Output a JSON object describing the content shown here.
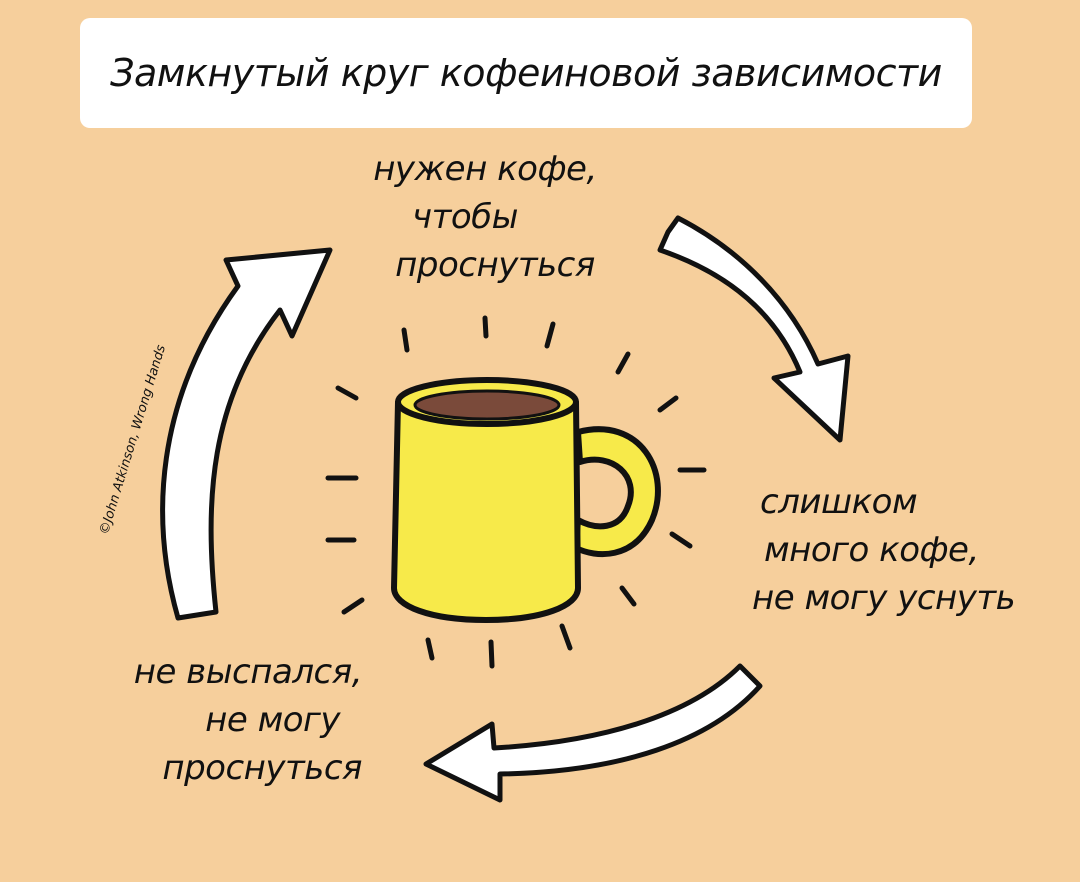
{
  "title": "Замкнутый круг кофеиновой зависимости",
  "steps": {
    "top": [
      "нужен кофе,",
      "чтобы",
      "проснуться"
    ],
    "right": [
      "слишком",
      "много кофе,",
      "не могу уснуть"
    ],
    "left": [
      "не выспался,",
      "не могу",
      "проснуться"
    ]
  },
  "credit": "©John Atkinson, Wrong Hands",
  "colors": {
    "background": "#f6cf9c",
    "mug": "#f7ea4a",
    "coffee": "#7a4a3a",
    "arrow_fill": "#ffffff",
    "outline": "#111111"
  },
  "icons": {
    "mug": "coffee-mug-icon",
    "arrows": "cycle-arrow-icon"
  }
}
